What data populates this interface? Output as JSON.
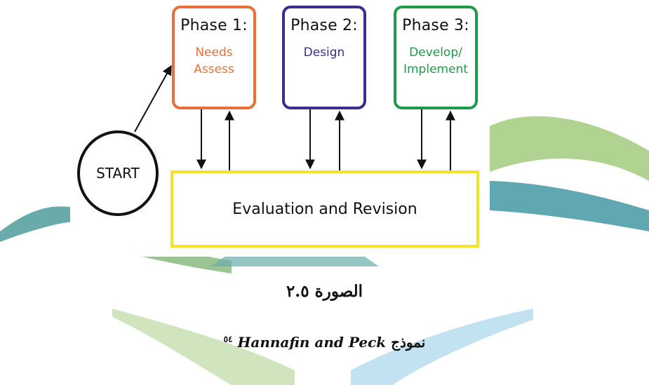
{
  "phases": [
    {
      "title": "Phase 1:",
      "subtitle": "Needs\nAssess",
      "border_color": "#e8703a",
      "text_color": "#e8703a"
    },
    {
      "title": "Phase 2:",
      "subtitle": "Design",
      "border_color": "#3a2f8f",
      "text_color": "#3a2f8f"
    },
    {
      "title": "Phase 3:",
      "subtitle": "Develop/\nImplement",
      "border_color": "#1f9a48",
      "text_color": "#1f9a48"
    }
  ],
  "evaluation": {
    "label": "Evaluation and Revision",
    "border_color": "#f2e42a"
  },
  "start": {
    "label": "START"
  },
  "caption": {
    "figure_label": "الصورة ٢.٥",
    "model_prefix": "نموذج",
    "model_name": "Hannafin and Peck",
    "footnote": "٥٤"
  },
  "colors": {
    "watermark_green": "#a9cf86",
    "watermark_teal": "#4f9fa9",
    "watermark_sky": "#8fc9e6"
  }
}
